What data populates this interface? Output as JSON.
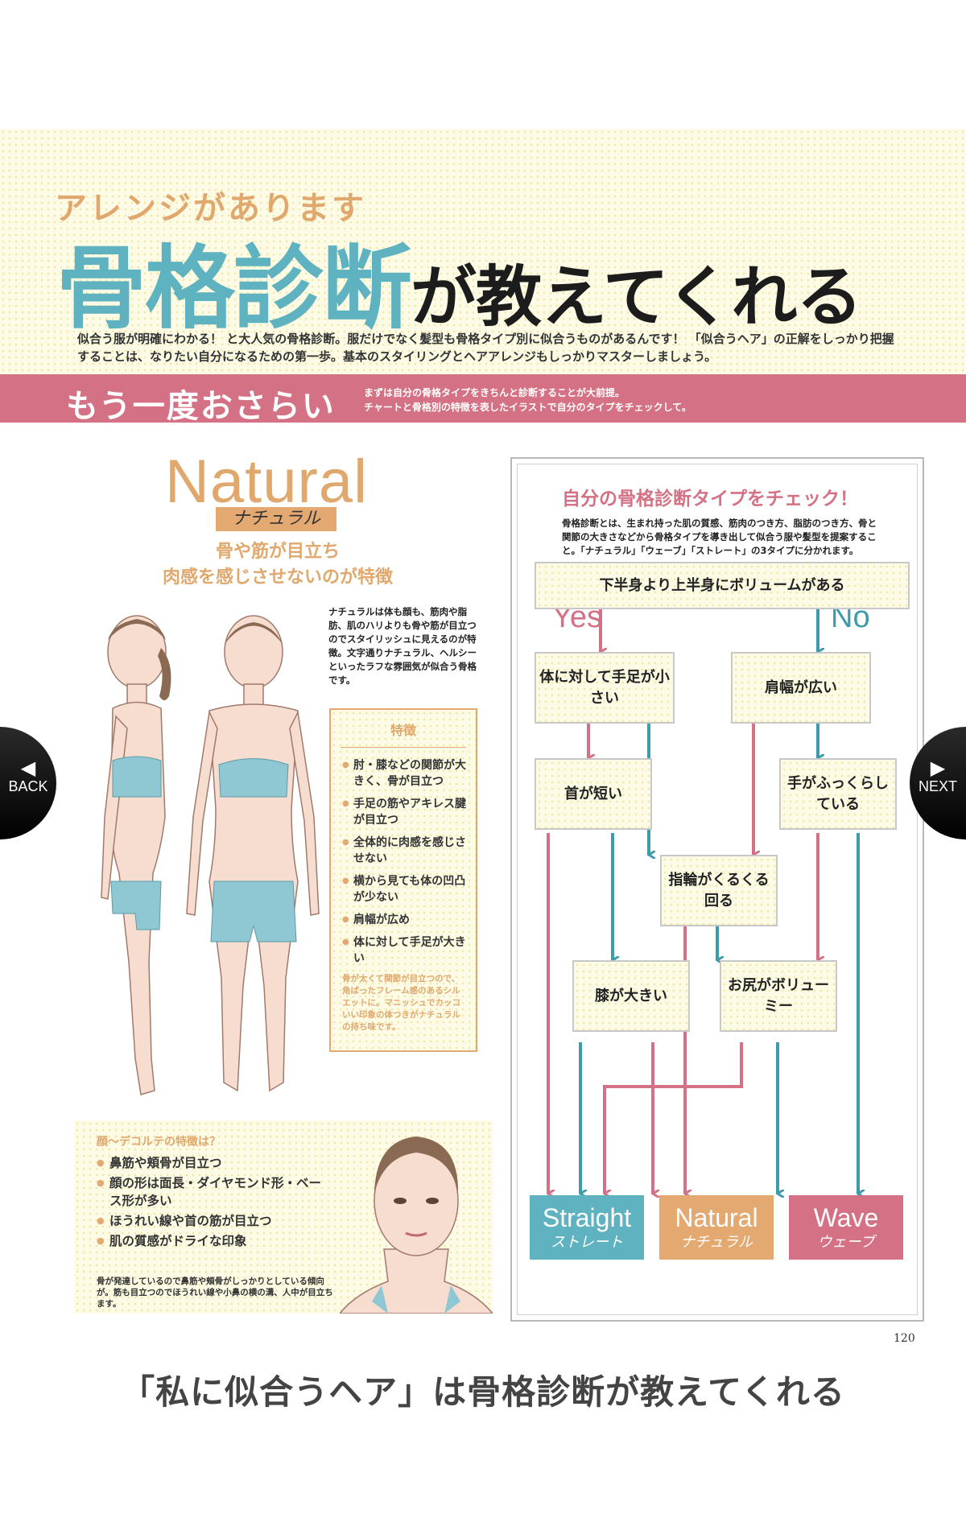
{
  "header": {
    "kicker": "アレンジがあります",
    "title_highlight": "骨格診断",
    "title_rest": "が教えてくれる",
    "intro": "似合う服が明確にわかる！ と大人気の骨格診断。服だけでなく髪型も骨格タイプ別に似合うものがあるんです！ 「似合うヘア」の正解をしっかり把握することは、なりたい自分になるための第一歩。基本のスタイリングとヘアアレンジもしっかりマスターしましょう。"
  },
  "band": {
    "title": "もう一度おさらい",
    "sub_line1": "まずは自分の骨格タイプをきちんと診断することが大前提。",
    "sub_line2": "チャートと骨格別の特徴を表したイラストで自分のタイプをチェックして。"
  },
  "natural": {
    "title_en": "Natural",
    "title_jp": "ナチュラル",
    "tagline_1": "骨や筋が目立ち",
    "tagline_2": "肉感を感じさせないのが特徴",
    "description": "ナチュラルは体も顔も、筋肉や脂肪、肌のハリよりも骨や筋が目立つのでスタイリッシュに見えるのが特徴。文字通りナチュラル、ヘルシーといったラフな雰囲気が似合う骨格です。"
  },
  "features": {
    "title": "特徴",
    "items": [
      "肘・膝などの関節が大きく、骨が目立つ",
      "手足の筋やアキレス腱が目立つ",
      "全体的に肉感を感じさせない",
      "横から見ても体の凹凸が少ない",
      "肩幅が広め",
      "体に対して手足が大きい"
    ],
    "note": "骨が太くて関節が目立つので、角ばったフレーム感のあるシルエットに。マニッシュでカッコいい印象の体つきがナチュラルの持ち味です。"
  },
  "face": {
    "title": "顔～デコルテの特徴は？",
    "items": [
      "鼻筋や頬骨が目立つ",
      "顔の形は面長・ダイヤモンド形・ベース形が多い",
      "ほうれい線や首の筋が目立つ",
      "肌の質感がドライな印象"
    ],
    "note": "骨が発達しているので鼻筋や頬骨がしっかりとしている傾向が。筋も目立つのでほうれい線や小鼻の横の溝、人中が目立ちます。"
  },
  "chart": {
    "title": "自分の骨格診断タイプをチェック！",
    "description": "骨格診断とは、生まれ持った肌の質感、筋肉のつき方、脂肪のつき方、骨と関節の大きさなどから骨格タイプを導き出して似合う服や髪型を提案すること。「ナチュラル」「ウェーブ」「ストレート」の3タイプに分かれます。",
    "yes": "Yes",
    "no": "No",
    "q_start": "下半身より上半身にボリュームがある",
    "q_hands_small": "体に対して手足が小さい",
    "q_shoulders": "肩幅が広い",
    "q_neck": "首が短い",
    "q_hands_plump": "手がふっくらしている",
    "q_ring": "指輪がくるくる回る",
    "q_knees": "膝が大きい",
    "q_hips": "お尻がボリューミー",
    "results": [
      {
        "en": "Straight",
        "jp": "ストレート",
        "color": "#5fb2bf"
      },
      {
        "en": "Natural",
        "jp": "ナチュラル",
        "color": "#e3a970"
      },
      {
        "en": "Wave",
        "jp": "ウェーブ",
        "color": "#d47184"
      }
    ],
    "colors": {
      "yes": "#d47184",
      "no": "#3d9bab"
    }
  },
  "page_number": "120",
  "nav": {
    "back": "BACK",
    "next": "NEXT"
  },
  "caption": "「私に似合うヘア」は骨格診断が教えてくれる"
}
